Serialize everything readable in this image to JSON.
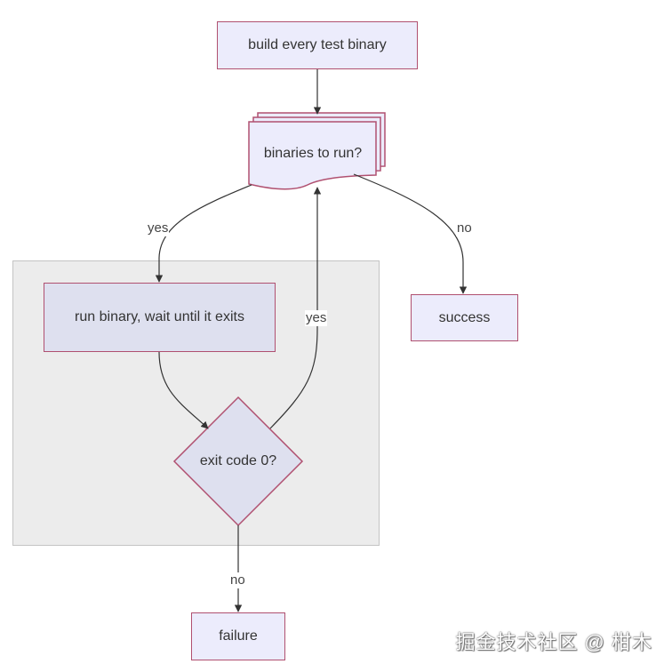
{
  "nodes": {
    "build": "build every test binary",
    "binaries": "binaries to run?",
    "run": "run binary, wait until it exits",
    "exit_check": "exit code 0?",
    "success": "success",
    "failure": "failure"
  },
  "edges": {
    "yes_to_run": "yes",
    "no_to_success": "no",
    "yes_loop": "yes",
    "no_to_failure": "no"
  },
  "colors": {
    "node_fill": "#ececfc",
    "node_fill_in_group": "#dee0ef",
    "node_border": "#b05070",
    "group_fill": "#ececec",
    "edge": "#333333"
  },
  "watermark": "掘金技术社区 @ 柑木"
}
